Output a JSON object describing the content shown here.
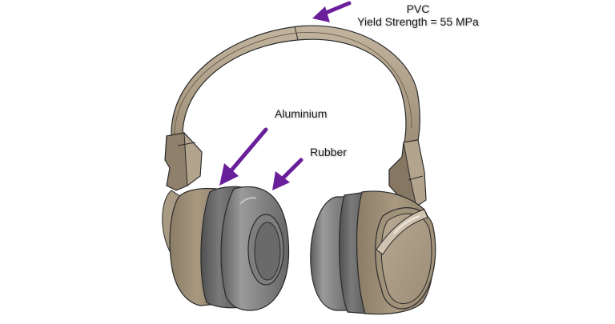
{
  "figure": {
    "subject": "headphones",
    "callouts": [
      {
        "id": "pvc",
        "material": "PVC",
        "detail": "Yield Strength = 55 MPa",
        "target": "headband"
      },
      {
        "id": "aluminium",
        "material": "Aluminium",
        "target": "ear-cup housing"
      },
      {
        "id": "rubber",
        "material": "Rubber",
        "target": "ear cushion"
      }
    ]
  },
  "colors": {
    "arrow": "#6a1f9a",
    "metal_light": "#b3a48e",
    "metal_mid": "#9a8b74",
    "metal_dark": "#7d705d",
    "rubber_light": "#8a8a8a",
    "rubber_mid": "#6b6b6b",
    "rubber_dark": "#4a4a4a",
    "outline": "#2a2a2a",
    "text": "#1a1a1a",
    "background": "#ffffff"
  }
}
